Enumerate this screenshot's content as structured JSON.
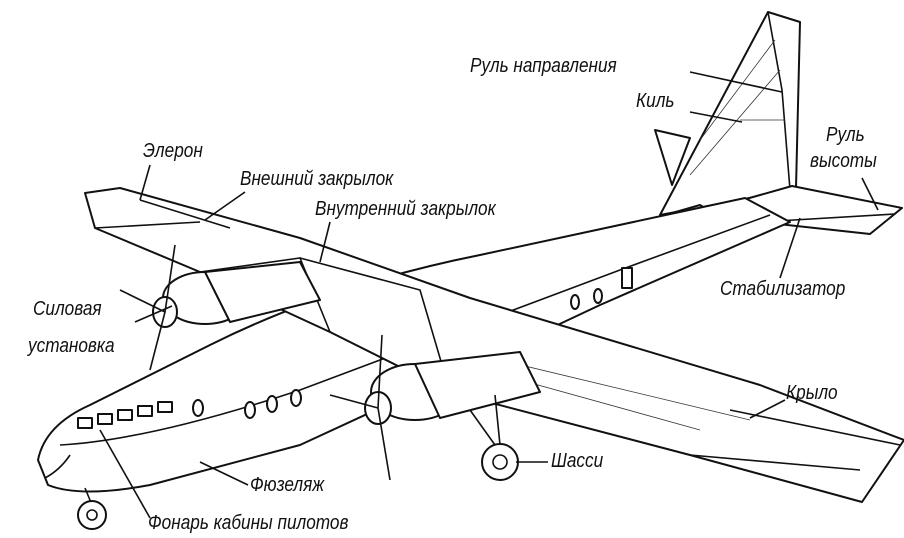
{
  "labels": {
    "rudder": "Руль направления",
    "fin": "Киль",
    "elevator_line1": "Руль",
    "elevator_line2": "высоты",
    "aileron": "Элерон",
    "outer_flap": "Внешний закрылок",
    "inner_flap": "Внутренний закрылок",
    "powerplant_line1": "Силовая",
    "powerplant_line2": "установка",
    "stabilizer": "Стабилизатор",
    "wing": "Крыло",
    "landing_gear": "Шасси",
    "fuselage": "Фюзеляж",
    "cockpit_canopy": "Фонарь кабины пилотов"
  }
}
